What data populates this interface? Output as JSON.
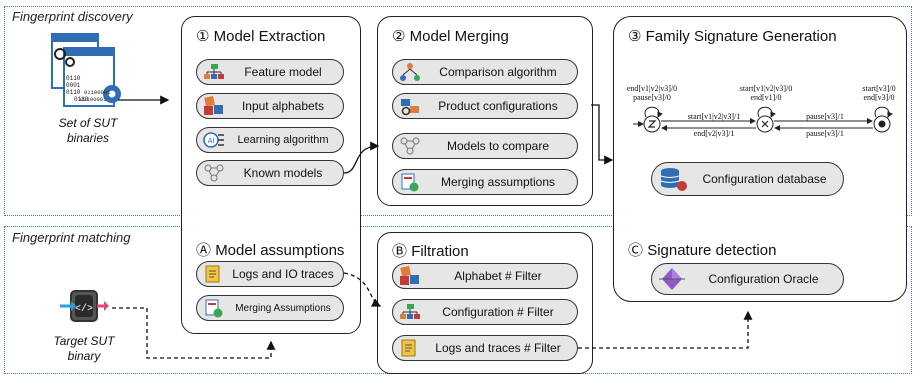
{
  "regions": {
    "discovery": "Fingerprint discovery",
    "matching": "Fingerprint matching"
  },
  "sut_binaries": {
    "caption_line1": "Set of SUT",
    "caption_line2": "binaries",
    "code_text": [
      "0110",
      "0001",
      "0110",
      "0110",
      "01100001",
      "01100001"
    ]
  },
  "target_sut": {
    "caption_line1": "Target SUT",
    "caption_line2": "binary"
  },
  "model_extraction": {
    "number": "①",
    "title": "Model Extraction",
    "items": [
      "Feature model",
      "Input alphabets",
      "Learning algorithm",
      "Known models"
    ]
  },
  "model_assumptions": {
    "number": "Ⓐ",
    "title": "Model assumptions",
    "items": [
      "Logs and IO traces",
      "Merging Assumptions"
    ]
  },
  "model_merging": {
    "number": "②",
    "title": "Model Merging",
    "items": [
      "Comparison algorithm",
      "Product configurations",
      "Models to compare",
      "Merging assumptions"
    ]
  },
  "filtration": {
    "number": "Ⓑ",
    "title": "Filtration",
    "items": [
      "Alphabet # Filter",
      "Configuration # Filter",
      "Logs and traces # Filter"
    ]
  },
  "signature_generation": {
    "number": "③",
    "title": "Family Signature Generation",
    "fsm": {
      "loop1": [
        "end[v1|v2|v3]/0",
        "pause[v3]/0"
      ],
      "loop2": [
        "start[v1|v2|v3]/0",
        "end[v1]/0"
      ],
      "loop3": [
        "start[v3]/0",
        "end[v3]/0"
      ],
      "t12": "start[v1|v2|v3]/1",
      "t21": "end[v2|v3]/1",
      "t23": "pause[v3]/1",
      "t32": "pause[v3]/1"
    },
    "database": "Configuration database"
  },
  "signature_detection": {
    "number": "Ⓒ",
    "title": "Signature detection",
    "oracle": "Configuration Oracle"
  },
  "colors": {
    "region_border": "#3f7fbf",
    "pill_fill": "#e6e6e6",
    "icon_blue": "#2f6db5",
    "icon_orange": "#e07b39",
    "icon_green": "#3aa655",
    "icon_purple": "#8e5bc7"
  }
}
